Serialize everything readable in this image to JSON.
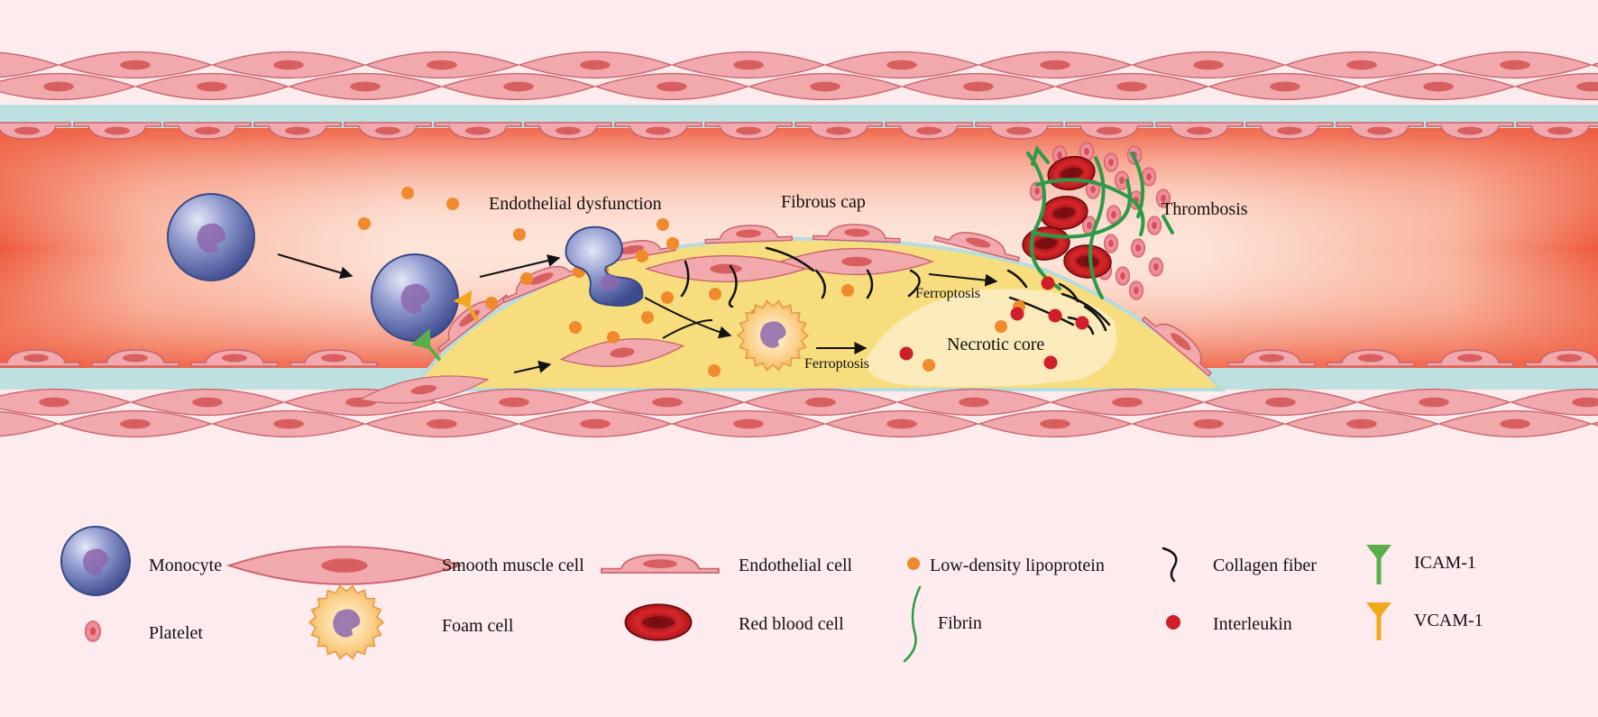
{
  "diagram": {
    "labels": {
      "endothelial_dysfunction": "Endothelial dysfunction",
      "fibrous_cap": "Fibrous cap",
      "thrombosis": "Thrombosis",
      "ferroptosis_upper": "Ferroptosis",
      "ferroptosis_lower": "Ferroptosis",
      "necrotic_core": "Necrotic core"
    }
  },
  "legend": {
    "monocyte": "Monocyte",
    "smooth_muscle_cell": "Smooth muscle cell",
    "endothelial_cell": "Endothelial cell",
    "ldl": "Low-density lipoprotein",
    "collagen_fiber": "Collagen fiber",
    "icam": "ICAM-1",
    "platelet": "Platelet",
    "foam_cell": "Foam cell",
    "red_blood_cell": "Red blood cell",
    "fibrin": "Fibrin",
    "interleukin": "Interleukin",
    "vcam": "VCAM-1"
  },
  "colors": {
    "background": "#fdebee",
    "smooth_muscle": "#f0a7ad",
    "endothelium_band": "#bfe0e0",
    "lumen_edge": "#ee5a3c",
    "lumen_center": "#fde0d6",
    "plaque": "#f7dd7e",
    "necrotic_core": "#fbecc4",
    "monocyte": "#5564a8",
    "ldl": "#f08a2c",
    "interleukin": "#cf1f2a",
    "rbc": "#b3131b",
    "fibrin": "#2e9a48",
    "icam": "#5aae4a",
    "vcam": "#f2a81d"
  }
}
